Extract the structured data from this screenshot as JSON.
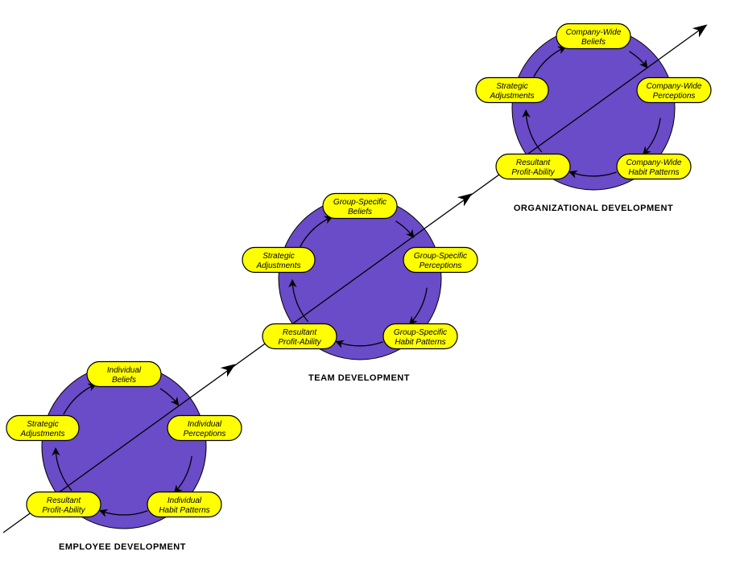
{
  "colors": {
    "circle_fill": "#6a4bc8",
    "node_fill": "#ffff00",
    "outline": "#000000",
    "background": "#ffffff"
  },
  "stages": [
    {
      "title": "EMPLOYEE DEVELOPMENT",
      "nodes": [
        {
          "role": "beliefs",
          "line1": "Individual",
          "line2": "Beliefs"
        },
        {
          "role": "perceptions",
          "line1": "Individual",
          "line2": "Perceptions"
        },
        {
          "role": "habits",
          "line1": "Individual",
          "line2": "Habit Patterns"
        },
        {
          "role": "profit",
          "line1": "Resultant",
          "line2": "Profit-Ability"
        },
        {
          "role": "adjustments",
          "line1": "Strategic",
          "line2": "Adjustments"
        }
      ]
    },
    {
      "title": "TEAM DEVELOPMENT",
      "nodes": [
        {
          "role": "beliefs",
          "line1": "Group-Specific",
          "line2": "Beliefs"
        },
        {
          "role": "perceptions",
          "line1": "Group-Specific",
          "line2": "Perceptions"
        },
        {
          "role": "habits",
          "line1": "Group-Specific",
          "line2": "Habit Patterns"
        },
        {
          "role": "profit",
          "line1": "Resultant",
          "line2": "Profit-Ability"
        },
        {
          "role": "adjustments",
          "line1": "Strategic",
          "line2": "Adjustments"
        }
      ]
    },
    {
      "title": "ORGANIZATIONAL DEVELOPMENT",
      "nodes": [
        {
          "role": "beliefs",
          "line1": "Company-Wide",
          "line2": "Beliefs"
        },
        {
          "role": "perceptions",
          "line1": "Company-Wide",
          "line2": "Perceptions"
        },
        {
          "role": "habits",
          "line1": "Company-Wide",
          "line2": "Habit Patterns"
        },
        {
          "role": "profit",
          "line1": "Resultant",
          "line2": "Profit-Ability"
        },
        {
          "role": "adjustments",
          "line1": "Strategic",
          "line2": "Adjustments"
        }
      ]
    }
  ]
}
